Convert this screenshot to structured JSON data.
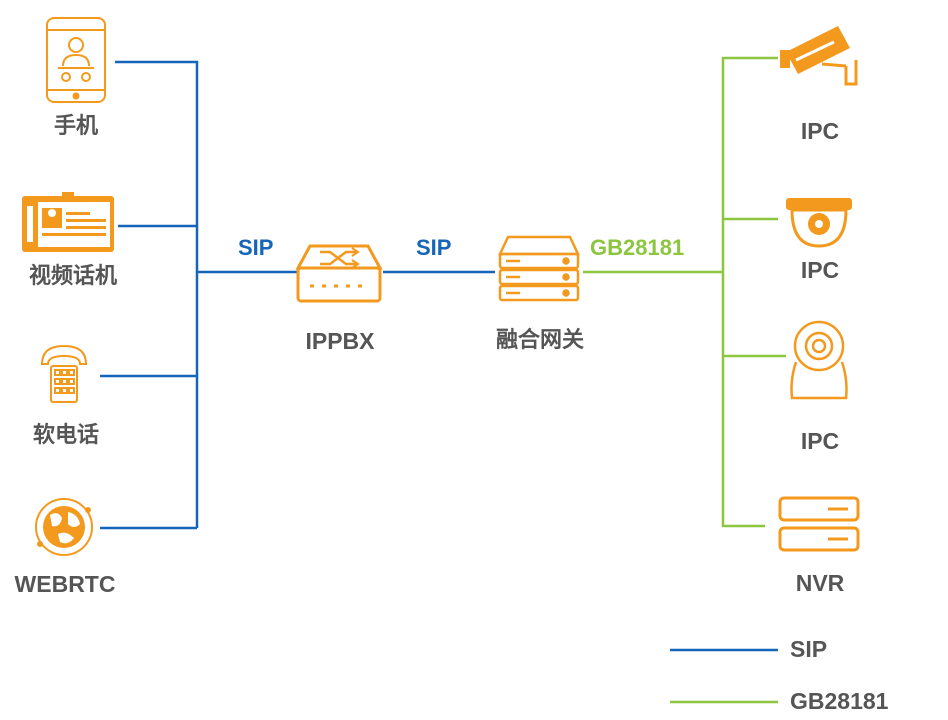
{
  "colors": {
    "sip": "#1565b8",
    "gb": "#8cc63f",
    "icon": "#f39a1e",
    "label": "#555555"
  },
  "left_devices": [
    {
      "id": "phone",
      "label": "手机",
      "icon": "mobile-phone-icon"
    },
    {
      "id": "video",
      "label": "视频话机",
      "icon": "video-phone-icon"
    },
    {
      "id": "soft",
      "label": "软电话",
      "icon": "telephone-icon"
    },
    {
      "id": "webrtc",
      "label": "WEBRTC",
      "icon": "globe-icon"
    }
  ],
  "center": {
    "pbx_label": "IPPBX",
    "pbx_icon": "switch-icon",
    "gateway_label": "融合网关",
    "gateway_icon": "server-gateway-icon"
  },
  "links": {
    "left_protocol": "SIP",
    "middle_protocol": "SIP",
    "right_protocol": "GB28181"
  },
  "right_devices": [
    {
      "id": "ipc1",
      "label": "IPC",
      "icon": "bullet-camera-icon"
    },
    {
      "id": "ipc2",
      "label": "IPC",
      "icon": "dome-camera-icon"
    },
    {
      "id": "ipc3",
      "label": "IPC",
      "icon": "ptz-camera-icon"
    },
    {
      "id": "nvr",
      "label": "NVR",
      "icon": "nvr-icon"
    }
  ],
  "legend": [
    {
      "label": "SIP",
      "color": "#1565b8"
    },
    {
      "label": "GB28181",
      "color": "#8cc63f"
    }
  ]
}
